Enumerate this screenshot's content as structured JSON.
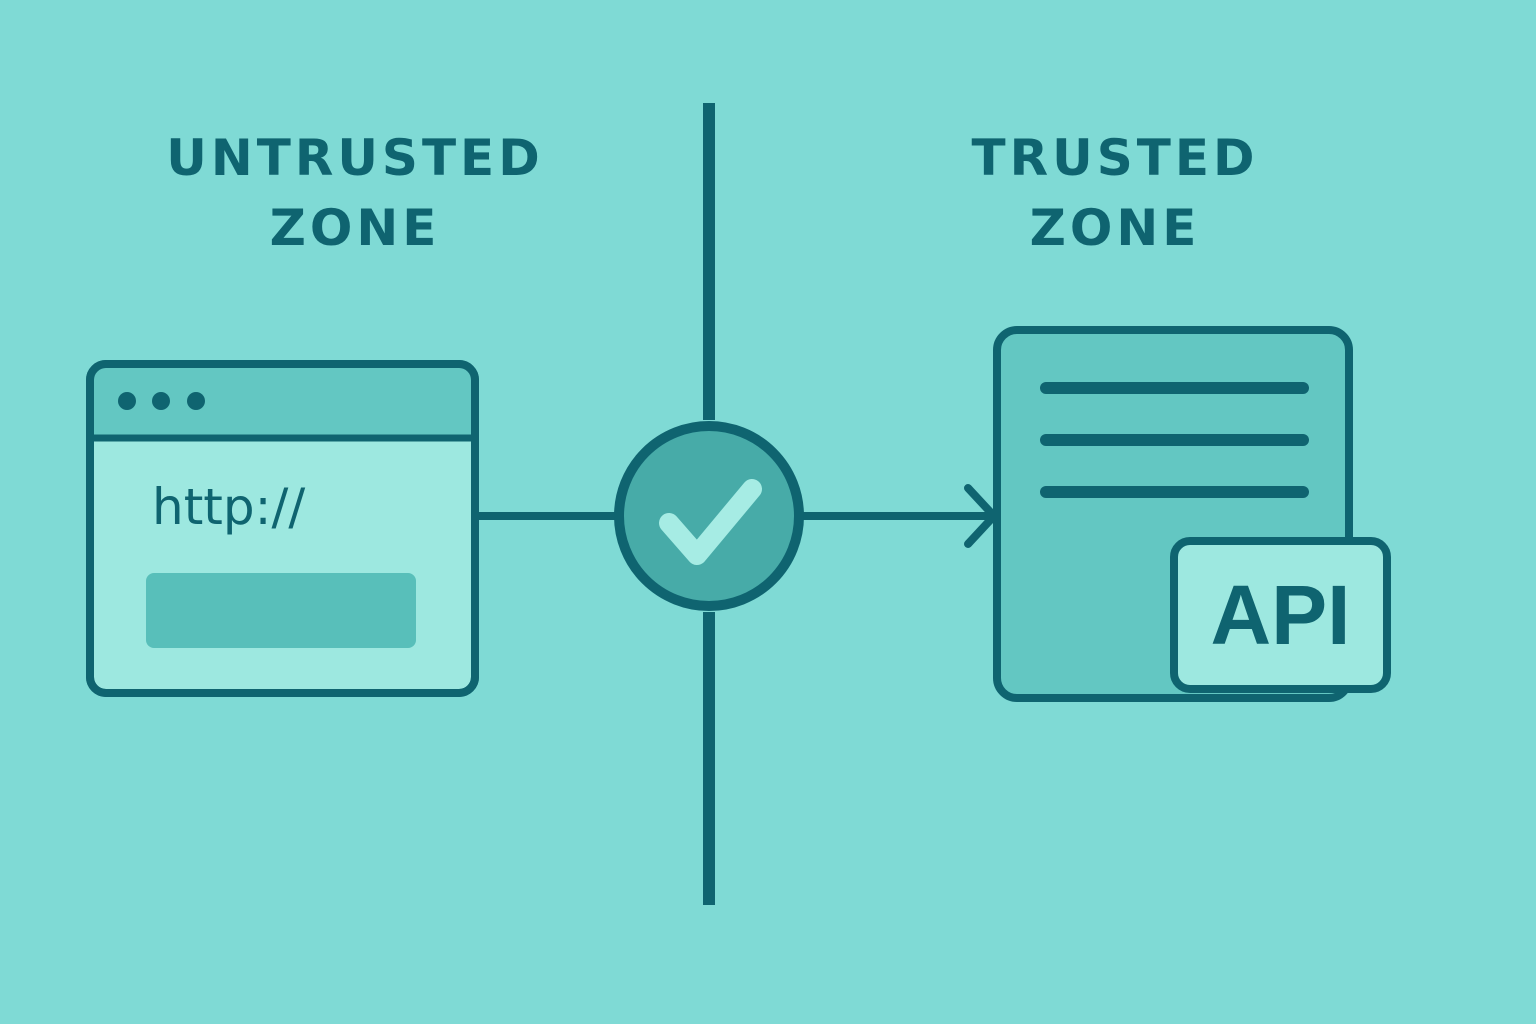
{
  "zones": {
    "untrusted": {
      "line1": "UNTRUSTED",
      "line2": "ZONE"
    },
    "trusted": {
      "title": "TRUSTED ZONE"
    }
  },
  "client": {
    "icon": "browser-window-icon",
    "url_text": "http://",
    "dots": 3
  },
  "gateway": {
    "icon": "checkmark-circle-icon"
  },
  "server": {
    "icon": "server-document-icon",
    "badge": "API"
  },
  "colors": {
    "background": "#7fdad5",
    "stroke": "#0f6470",
    "panel": "#63c7c2",
    "light_panel": "#9de8e0",
    "circle": "#47aba8",
    "check": "#a6ece4",
    "input_box": "#58bfba"
  }
}
